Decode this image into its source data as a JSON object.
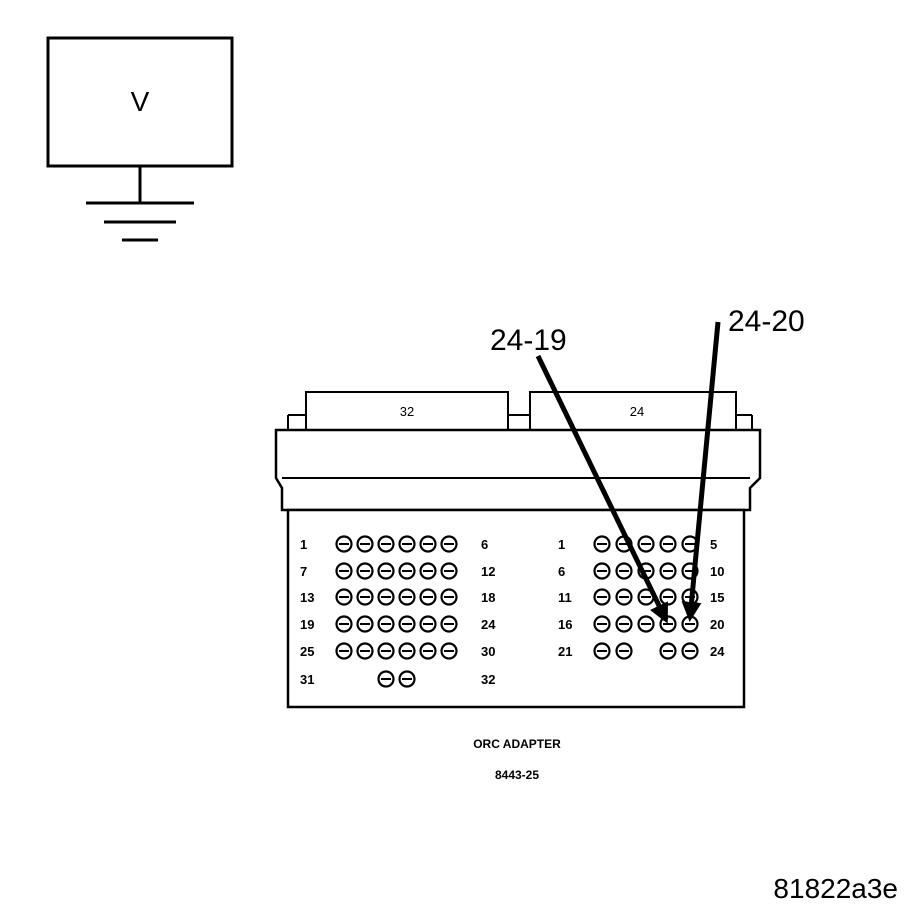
{
  "voltmeter": {
    "symbol": "V"
  },
  "connector": {
    "plugs": [
      {
        "label": "32"
      },
      {
        "label": "24"
      }
    ],
    "left_rows": [
      {
        "start": "1",
        "end": "6"
      },
      {
        "start": "7",
        "end": "12"
      },
      {
        "start": "13",
        "end": "18"
      },
      {
        "start": "19",
        "end": "24"
      },
      {
        "start": "25",
        "end": "30"
      },
      {
        "start": "31",
        "end": "32"
      }
    ],
    "right_rows": [
      {
        "start": "1",
        "end": "5"
      },
      {
        "start": "6",
        "end": "10"
      },
      {
        "start": "11",
        "end": "15"
      },
      {
        "start": "16",
        "end": "20"
      },
      {
        "start": "21",
        "end": "24"
      }
    ]
  },
  "callouts": [
    {
      "label": "24-19"
    },
    {
      "label": "24-20"
    }
  ],
  "caption": {
    "title": "ORC ADAPTER",
    "part_number": "8443-25"
  },
  "figure_id": "81822a3e"
}
